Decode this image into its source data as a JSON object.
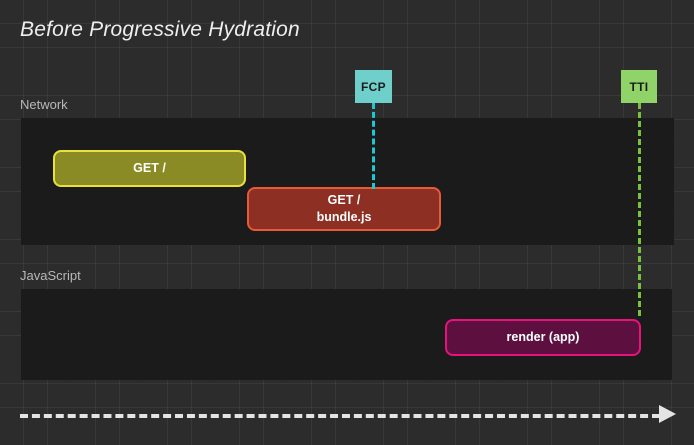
{
  "diagram": {
    "title": "Before Progressive Hydration",
    "background_color": "#2c2c2c",
    "grid": "on"
  },
  "lanes": [
    {
      "id": "network",
      "label": "Network",
      "bars": [
        {
          "id": "get-root",
          "label": "GET /",
          "fill_color": "#8b8b26",
          "border_color": "#e8e23a"
        },
        {
          "id": "get-bundle",
          "label_line1": "GET /",
          "label_line2": "bundle.js",
          "fill_color": "#8d2f23",
          "border_color": "#e8583a"
        }
      ]
    },
    {
      "id": "javascript",
      "label": "JavaScript",
      "bars": [
        {
          "id": "render-app",
          "label": "render (app)",
          "fill_color": "#5d1040",
          "border_color": "#e6137d"
        }
      ]
    }
  ],
  "markers": [
    {
      "id": "fcp",
      "label": "FCP",
      "badge_color": "#6fcfcb",
      "line_color": "#1ec8d0"
    },
    {
      "id": "tti",
      "label": "TTI",
      "badge_color": "#90d368",
      "line_color": "#78c03e"
    }
  ],
  "timeline": {
    "line_color": "#e4e4e4",
    "arrow_name": "time-arrow-icon"
  }
}
